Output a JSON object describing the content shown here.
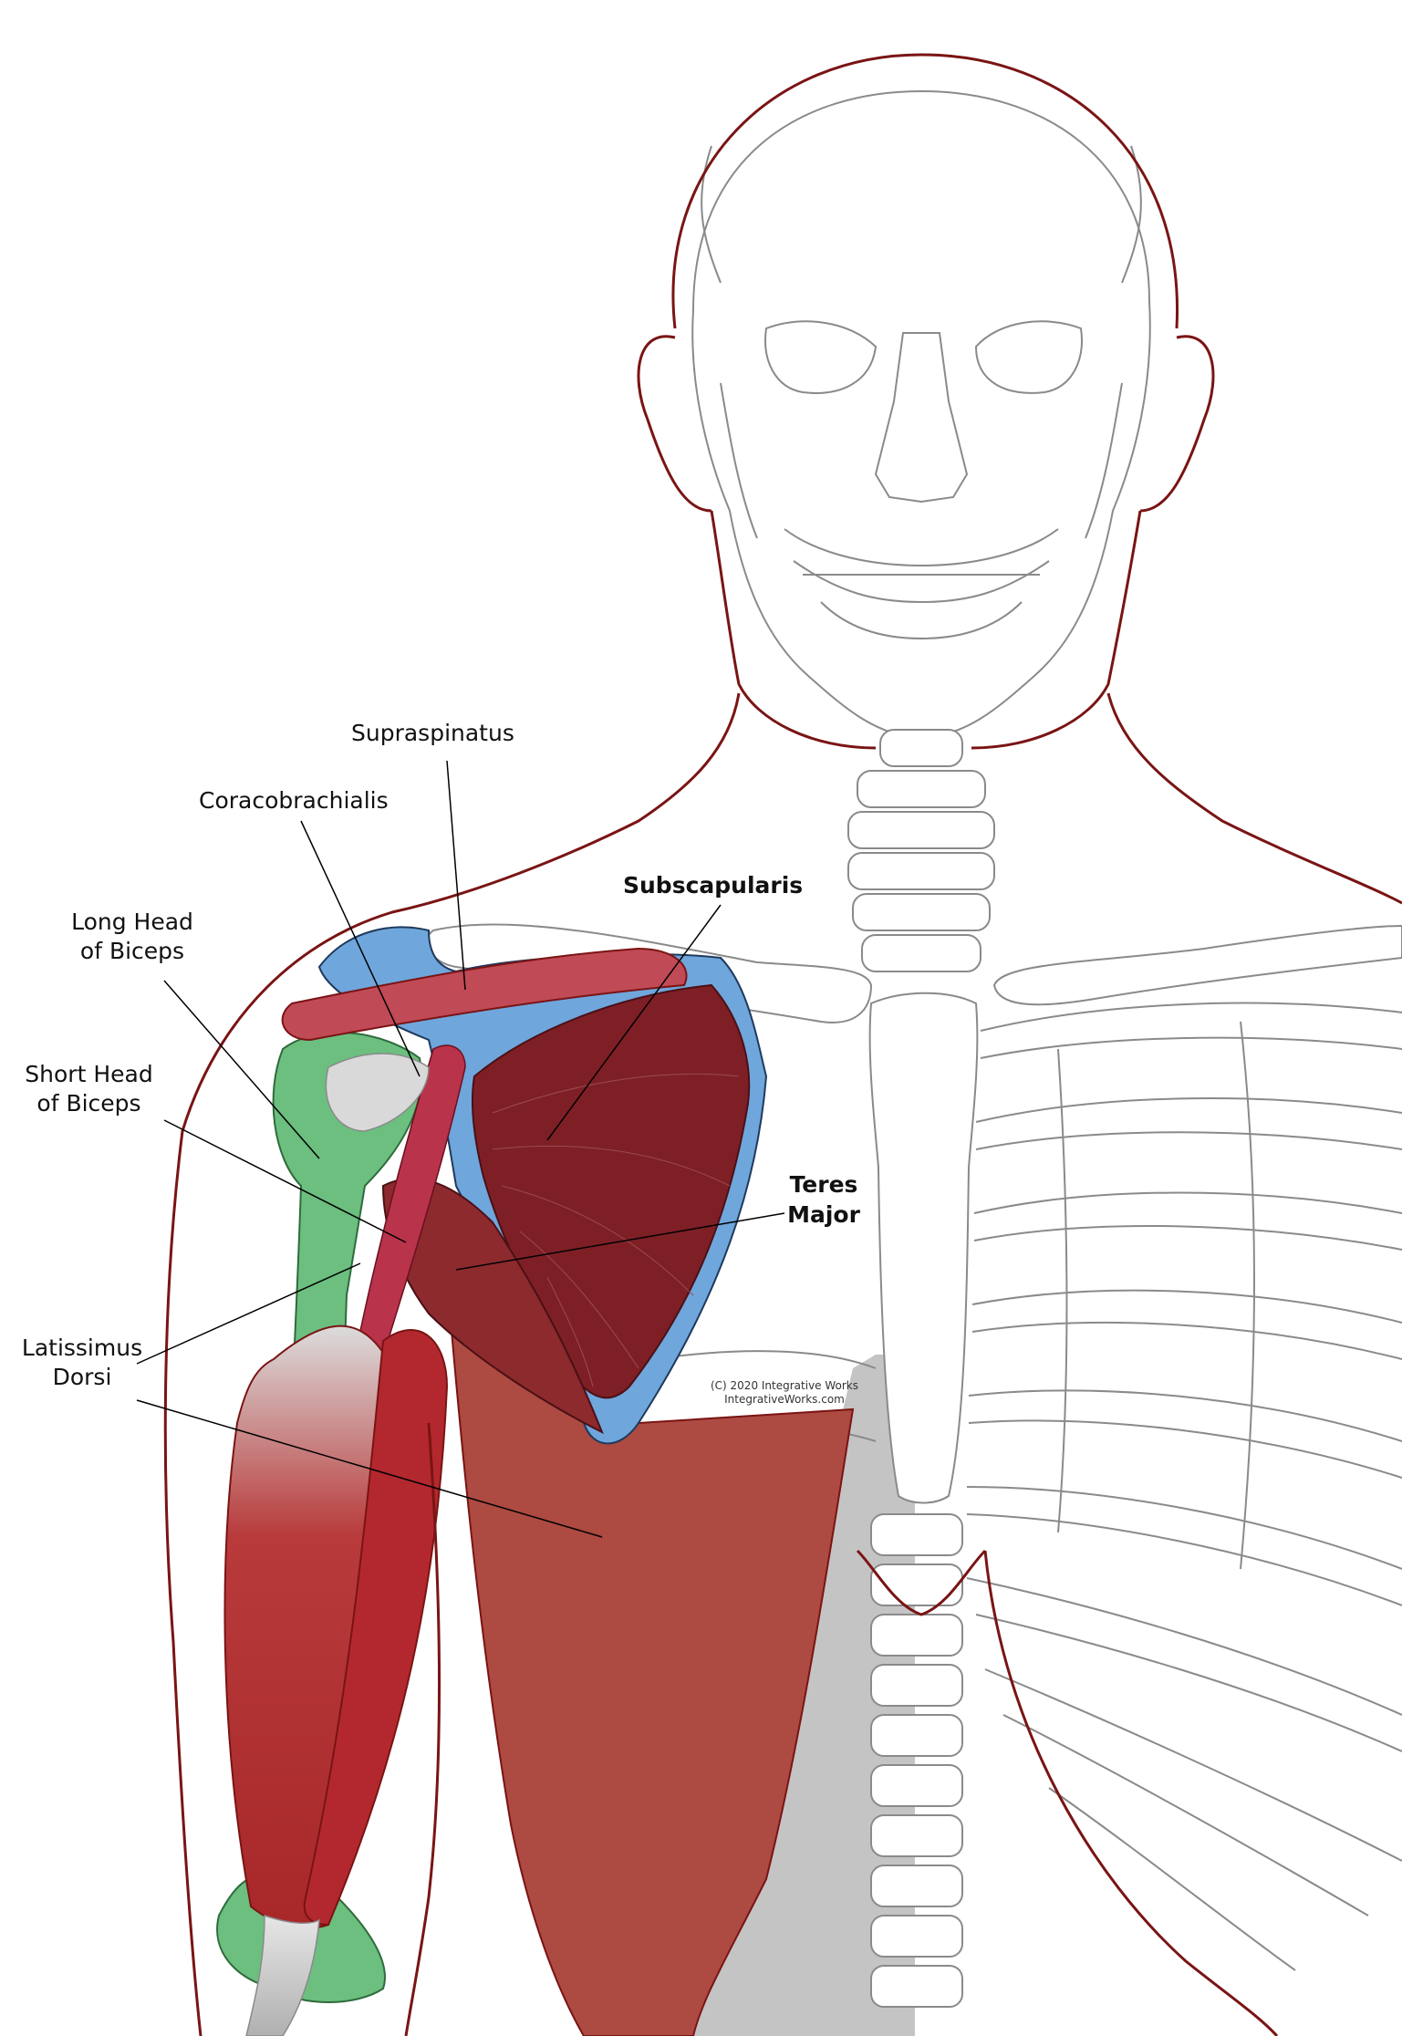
{
  "labels": {
    "supraspinatus": "Supraspinatus",
    "coracobrachialis": "Coracobrachialis",
    "subscapularis": "Subscapularis",
    "long_head_line1": "Long Head",
    "long_head_line2": "of Biceps",
    "short_head_line1": "Short Head",
    "short_head_line2": "of Biceps",
    "teres_line1": "Teres",
    "teres_line2": "Major",
    "latissimus_line1": "Latissimus",
    "latissimus_line2": "Dorsi"
  },
  "copyright": {
    "line1": "(C) 2020 Integrative Works",
    "line2": "IntegrativeWorks.com"
  },
  "colors": {
    "outline": "#7a1414",
    "bone_line": "#8a8a8a",
    "muscle_red": "#a92a2a",
    "muscle_dark": "#7e1f26",
    "latissimus": "#ad4a42",
    "scapula_blue": "#6fa6dc",
    "humerus_green": "#6cbf7f",
    "spine_grey": "#c4c4c4"
  }
}
